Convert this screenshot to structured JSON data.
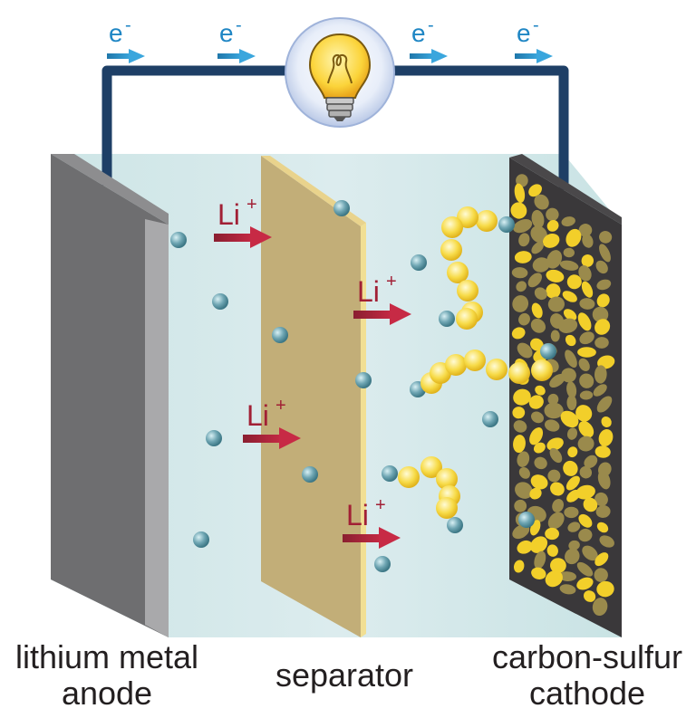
{
  "labels": {
    "anode_line1": "lithium metal",
    "anode_line2": "anode",
    "separator": "separator",
    "cathode_line1": "carbon-sulfur",
    "cathode_line2": "cathode"
  },
  "electron_label": "e",
  "electron_superscript": "-",
  "ion_label": "Li",
  "ion_superscript": "+",
  "icons": {
    "bulb": "light-bulb-icon",
    "electron_arrow": "arrow-right-icon",
    "ion_arrow": "arrow-right-icon"
  },
  "colors": {
    "electrolyte": "#cfe6e6",
    "anode": "#6e6e70",
    "anode_edge": "#a9a9ab",
    "separator": "#c2ae78",
    "separator_edge": "#f1df94",
    "cathode": "#3a383a",
    "sulfur": "#f2cf2a",
    "wire": "#1e3f66",
    "electron_arrow": "#2a8fc7",
    "ion_arrow": "#b3283e",
    "ion": "#6fa6b3",
    "polysulfide": "#f5d84a"
  }
}
